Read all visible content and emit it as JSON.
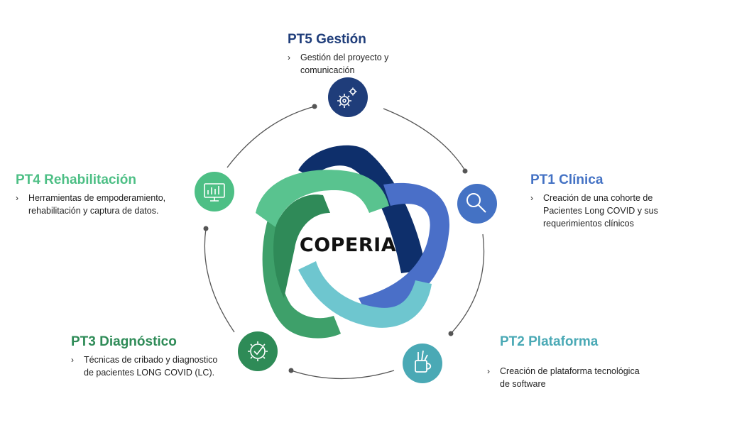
{
  "center": {
    "label": "COPERIA"
  },
  "colors": {
    "pt1": "#4472c4",
    "pt2": "#4aa9b5",
    "pt3": "#2e8b57",
    "pt4": "#4dbf85",
    "pt5": "#1f3d7a",
    "ribbon_dark": "#0e2f6b",
    "ribbon_blue": "#4a6fc8",
    "ribbon_teal": "#6ec6cf",
    "ribbon_green": "#3ea06a",
    "ribbon_lightgreen": "#59c38f"
  },
  "packages": [
    {
      "id": "pt5",
      "title": "PT5 Gestión",
      "bullet_mark": "›",
      "bullet": " Gestión del proyecto y\ncomunicación",
      "icon": "gears-icon"
    },
    {
      "id": "pt1",
      "title": "PT1 Clínica",
      "bullet_mark": "›",
      "bullet": "Creación de una cohorte de\nPacientes Long COVID y sus\nrequerimientos clínicos",
      "icon": "magnifier-icon"
    },
    {
      "id": "pt2",
      "title": "PT2 Plataforma",
      "bullet_mark": "›",
      "bullet": "Creación de plataforma tecnológica\nde software",
      "icon": "pencil-cup-icon"
    },
    {
      "id": "pt3",
      "title": "PT3 Diagnóstico",
      "bullet_mark": "›",
      "bullet": "Técnicas de cribado y diagnostico\nde pacientes LONG COVID (LC).",
      "icon": "gear-check-icon"
    },
    {
      "id": "pt4",
      "title": "PT4 Rehabilitación",
      "bullet_mark": "›",
      "bullet": "Herramientas de empoderamiento,\nrehabilitación y captura de datos.",
      "icon": "monitor-chart-icon"
    }
  ]
}
